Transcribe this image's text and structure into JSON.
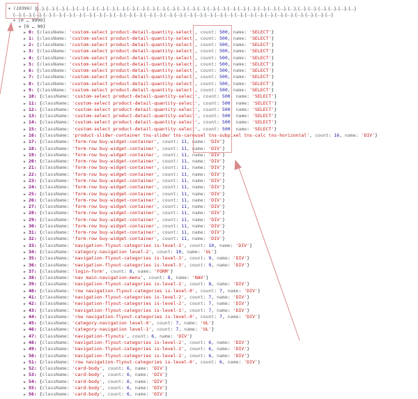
{
  "console": {
    "array_length_label": "(10396)",
    "preview_line1": "[{…}, {…}, {…}, {…}, {…}, {…}, {…}, {…}, {…}, {…}, {…}, {…}, {…}, {…}, {…}, {…}, {…}, {…}, {…}, {…}, {…}, {…}, {…}, {…}, {…}, {…}, {…}, {…}, {…}, {…}, {…}, {…}",
    "preview_line2": "{…}, {…}, {…}, {…}, {…}, {…}, {…}, {…}, {…}, {…}, {…}, {…}, {…}, {…}, {…}, {…}, {…}, {…}, {…}, {…}, {…}, {…}, {…}, {…}, {…}, {…}, {…}, {…}, {…}, {…}, {…}, {…}",
    "range_outer": "[0 … 9999]",
    "range_inner": "[0 … 99]",
    "key_classname": "className",
    "key_count": "count",
    "key_name": "name",
    "rows": [
      {
        "i": 0,
        "className": "custom-select product-detail-quantity-select",
        "count": 500,
        "name": "SELECT"
      },
      {
        "i": 1,
        "className": "custom-select product-detail-quantity-select",
        "count": 500,
        "name": "SELECT"
      },
      {
        "i": 2,
        "className": "custom-select product-detail-quantity-select",
        "count": 500,
        "name": "SELECT"
      },
      {
        "i": 3,
        "className": "custom-select product-detail-quantity-select",
        "count": 500,
        "name": "SELECT"
      },
      {
        "i": 4,
        "className": "custom-select product-detail-quantity-select",
        "count": 500,
        "name": "SELECT"
      },
      {
        "i": 5,
        "className": "custom-select product-detail-quantity-select",
        "count": 500,
        "name": "SELECT"
      },
      {
        "i": 6,
        "className": "custom-select product-detail-quantity-select",
        "count": 500,
        "name": "SELECT"
      },
      {
        "i": 7,
        "className": "custom-select product-detail-quantity-select",
        "count": 500,
        "name": "SELECT"
      },
      {
        "i": 8,
        "className": "custom-select product-detail-quantity-select",
        "count": 500,
        "name": "SELECT"
      },
      {
        "i": 9,
        "className": "custom-select product-detail-quantity-select",
        "count": 500,
        "name": "SELECT"
      },
      {
        "i": 10,
        "className": "custom-select product-detail-quantity-select",
        "count": 500,
        "name": "SELECT"
      },
      {
        "i": 11,
        "className": "custom-select product-detail-quantity-select",
        "count": 500,
        "name": "SELECT"
      },
      {
        "i": 12,
        "className": "custom-select product-detail-quantity-select",
        "count": 500,
        "name": "SELECT"
      },
      {
        "i": 13,
        "className": "custom-select product-detail-quantity-select",
        "count": 500,
        "name": "SELECT"
      },
      {
        "i": 14,
        "className": "custom-select product-detail-quantity-select",
        "count": 500,
        "name": "SELECT"
      },
      {
        "i": 15,
        "className": "custom-select product-detail-quantity-select",
        "count": 500,
        "name": "SELECT"
      },
      {
        "i": 16,
        "className": "product-slider-container  tns-slider tns-carousel tns-subpixel tns-calc tns-horizontal",
        "count": 16,
        "name": "DIV"
      },
      {
        "i": 17,
        "className": "form-row buy-widget-container",
        "count": 11,
        "name": "DIV"
      },
      {
        "i": 18,
        "className": "form-row buy-widget-container",
        "count": 11,
        "name": "DIV"
      },
      {
        "i": 19,
        "className": "form-row buy-widget-container",
        "count": 11,
        "name": "DIV"
      },
      {
        "i": 20,
        "className": "form-row buy-widget-container",
        "count": 11,
        "name": "DIV"
      },
      {
        "i": 21,
        "className": "form-row buy-widget-container",
        "count": 11,
        "name": "DIV"
      },
      {
        "i": 22,
        "className": "form-row buy-widget-container",
        "count": 11,
        "name": "DIV"
      },
      {
        "i": 23,
        "className": "form-row buy-widget-container",
        "count": 11,
        "name": "DIV"
      },
      {
        "i": 24,
        "className": "form-row buy-widget-container",
        "count": 11,
        "name": "DIV"
      },
      {
        "i": 25,
        "className": "form-row buy-widget-container",
        "count": 11,
        "name": "DIV"
      },
      {
        "i": 26,
        "className": "form-row buy-widget-container",
        "count": 11,
        "name": "DIV"
      },
      {
        "i": 27,
        "className": "form-row buy-widget-container",
        "count": 11,
        "name": "DIV"
      },
      {
        "i": 28,
        "className": "form-row buy-widget-container",
        "count": 11,
        "name": "DIV"
      },
      {
        "i": 29,
        "className": "form-row buy-widget-container",
        "count": 11,
        "name": "DIV"
      },
      {
        "i": 30,
        "className": "form-row buy-widget-container",
        "count": 11,
        "name": "DIV"
      },
      {
        "i": 31,
        "className": "form-row buy-widget-container",
        "count": 11,
        "name": "DIV"
      },
      {
        "i": 32,
        "className": "form-row buy-widget-container",
        "count": 11,
        "name": "DIV"
      },
      {
        "i": 33,
        "className": "navigation-flyout-categories is-level-1",
        "count": 10,
        "name": "DIV"
      },
      {
        "i": 34,
        "className": "category-navigation level-2",
        "count": 10,
        "name": "UL"
      },
      {
        "i": 35,
        "className": "navigation-flyout-categories is-level-3",
        "count": 9,
        "name": "DIV"
      },
      {
        "i": 36,
        "className": "navigation-flyout-categories is-level-3",
        "count": 9,
        "name": "DIV"
      },
      {
        "i": 37,
        "className": "login-form",
        "count": 8,
        "name": "FORM"
      },
      {
        "i": 38,
        "className": "nav main-navigation-menu",
        "count": 8,
        "name": "NAV"
      },
      {
        "i": 39,
        "className": "navigation-flyout-categories is-level-1",
        "count": 8,
        "name": "DIV"
      },
      {
        "i": 40,
        "className": "row navigation-flyout-categories is-level-0",
        "count": 7,
        "name": "DIV"
      },
      {
        "i": 41,
        "className": "navigation-flyout-categories is-level-2",
        "count": 7,
        "name": "DIV"
      },
      {
        "i": 42,
        "className": "navigation-flyout-categories is-level-2",
        "count": 7,
        "name": "DIV"
      },
      {
        "i": 43,
        "className": "navigation-flyout-categories is-level-1",
        "count": 7,
        "name": "DIV"
      },
      {
        "i": 44,
        "className": "row navigation-flyout-categories is-level-0",
        "count": 7,
        "name": "DIV"
      },
      {
        "i": 45,
        "className": "category-navigation level-0",
        "count": 7,
        "name": "UL"
      },
      {
        "i": 46,
        "className": "category-navigation level-1",
        "count": 7,
        "name": "UL"
      },
      {
        "i": 47,
        "className": "navigation-flyouts",
        "count": 6,
        "name": "DIV"
      },
      {
        "i": 48,
        "className": "navigation-flyout-categories is-level-2",
        "count": 6,
        "name": "DIV"
      },
      {
        "i": 49,
        "className": "navigation-flyout-categories is-level-2",
        "count": 6,
        "name": "DIV"
      },
      {
        "i": 50,
        "className": "navigation-flyout-categories is-level-1",
        "count": 6,
        "name": "DIV"
      },
      {
        "i": 51,
        "className": "row navigation-flyout-categories is-level-0",
        "count": 6,
        "name": "DIV"
      },
      {
        "i": 52,
        "className": "card-body",
        "count": 6,
        "name": "DIV"
      },
      {
        "i": 53,
        "className": "card-body",
        "count": 6,
        "name": "DIV"
      },
      {
        "i": 54,
        "className": "card-body",
        "count": 6,
        "name": "DIV"
      },
      {
        "i": 55,
        "className": "card-body",
        "count": 6,
        "name": "DIV"
      },
      {
        "i": 56,
        "className": "card-body",
        "count": 6,
        "name": "DIV"
      }
    ]
  },
  "annotation_color": "#d98b8b"
}
